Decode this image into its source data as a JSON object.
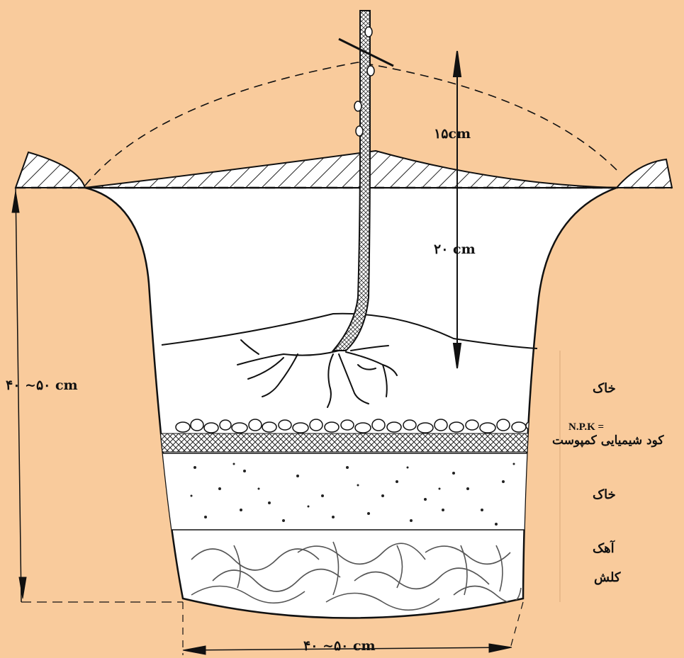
{
  "measurements": {
    "above_ground": "۱۵cm",
    "depth_to_roots": "۲۰ cm",
    "pit_depth": "۴۰ ~۵۰ cm",
    "pit_width": "۴۰ ~۵۰ cm"
  },
  "layers": {
    "soil_top": "خاک",
    "npk": "N.P.K =",
    "fertilizer": "کود شیمیایی کمپوست",
    "soil_lower": "خاک",
    "lime": "آهک",
    "straw": "کلش"
  },
  "colors": {
    "background": "#f9cb9c",
    "pit_fill": "#ffffff",
    "lines": "#111111"
  }
}
